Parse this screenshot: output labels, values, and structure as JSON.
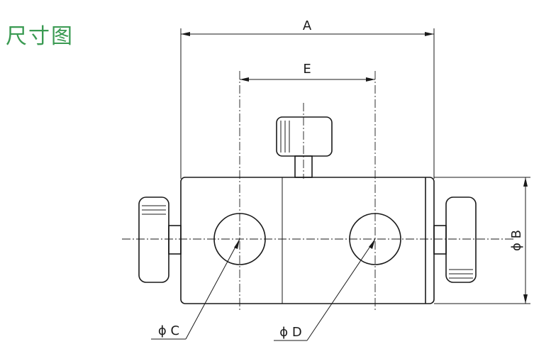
{
  "title": "尺寸图",
  "colors": {
    "title": "#3a9a52",
    "line": "#1a1a1a",
    "background": "#ffffff"
  },
  "dimensions": {
    "a": "A",
    "e": "E",
    "b": "ϕ B",
    "c": "ϕ C",
    "d": "ϕ D"
  }
}
